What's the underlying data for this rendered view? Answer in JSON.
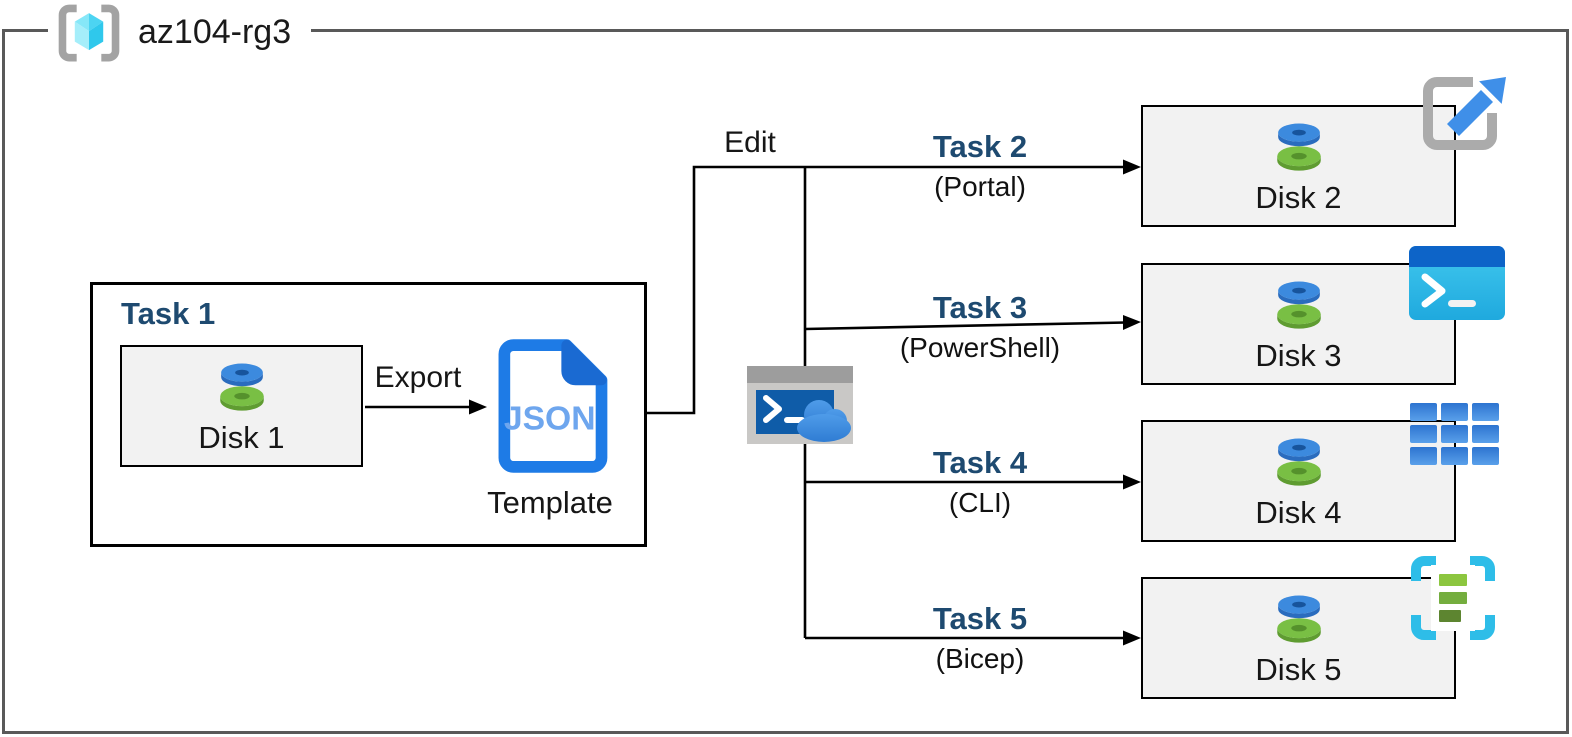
{
  "header": {
    "group_name": "az104-rg3",
    "group_icon": "resource-group-icon"
  },
  "task1": {
    "title": "Task 1",
    "disk_label": "Disk 1",
    "export_label": "Export",
    "json_label": "JSON",
    "template_label": "Template",
    "template_icon": "json-template-icon"
  },
  "edit_label": "Edit",
  "shell_icon": "cloud-shell-icon",
  "branches": [
    {
      "task": "Task 2",
      "tool": "(Portal)",
      "disk_label": "Disk 2",
      "corner_icon": "portal-launch-icon"
    },
    {
      "task": "Task 3",
      "tool": "(PowerShell)",
      "disk_label": "Disk 3",
      "corner_icon": "powershell-icon"
    },
    {
      "task": "Task 4",
      "tool": "(CLI)",
      "disk_label": "Disk 4",
      "corner_icon": "cli-grid-icon"
    },
    {
      "task": "Task 5",
      "tool": "(Bicep)",
      "disk_label": "Disk 5",
      "corner_icon": "bicep-template-icon"
    }
  ],
  "colors": {
    "outer_border": "#595959",
    "connector": "#000000",
    "task_heading": "#1e4a70",
    "card_fill": "#f2f2f2",
    "azure_blue": "#3c8ade",
    "disk_green": "#79bf44",
    "json_blue": "#1e7be6",
    "cyan": "#2ebde8"
  }
}
